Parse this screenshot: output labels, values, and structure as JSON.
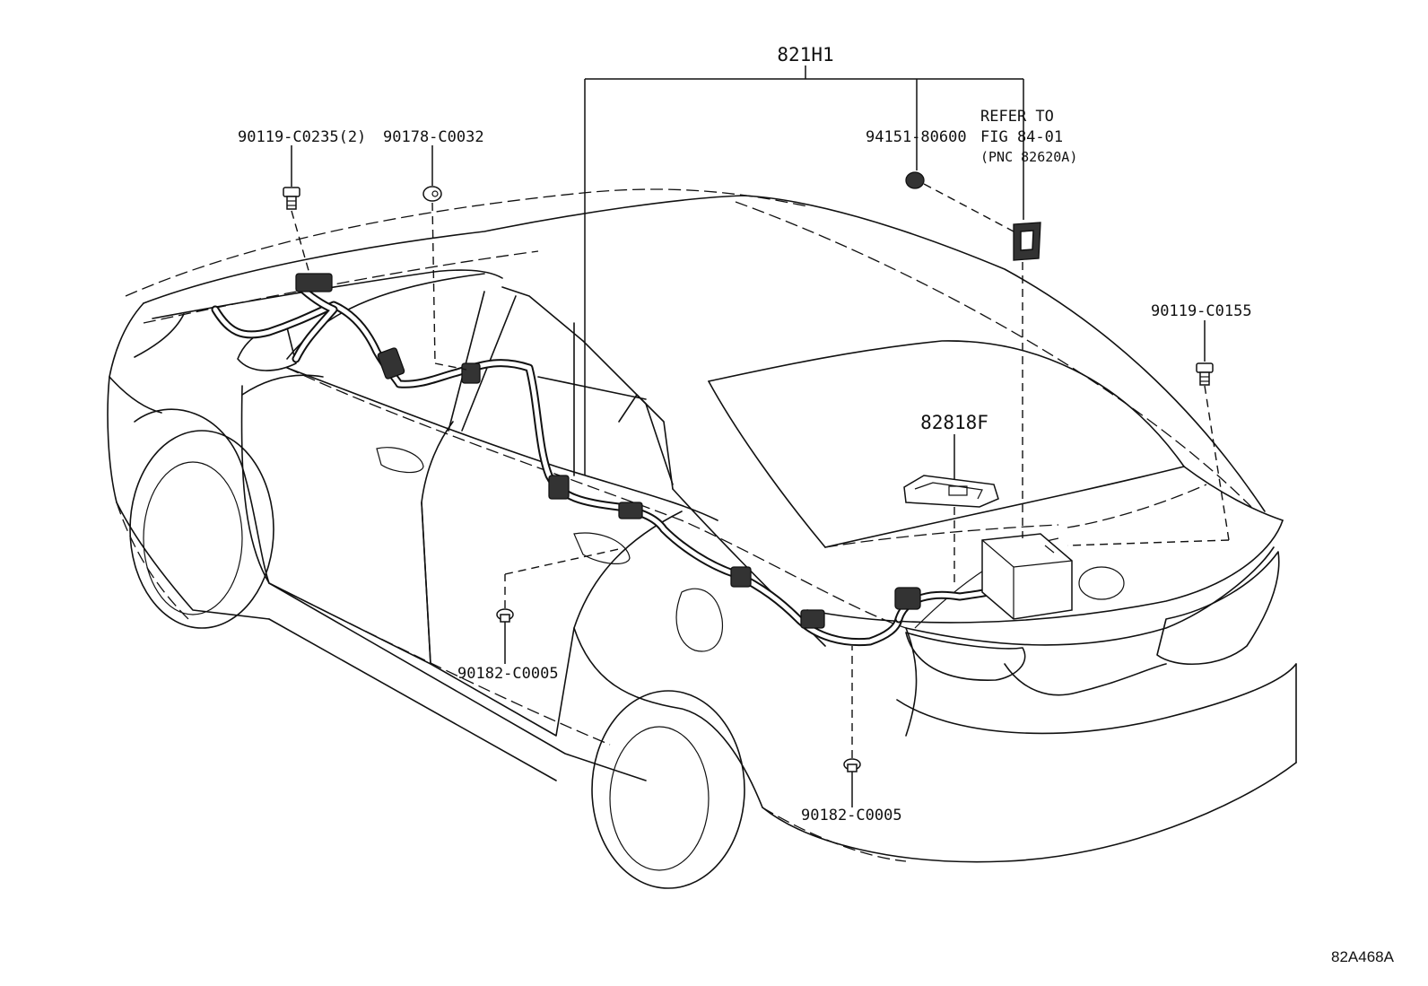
{
  "labels": {
    "harness_main": "821H1",
    "bolt_left": "90119-C0235(2)",
    "clip_front": "90178-C0032",
    "clip_top": "94151-80600",
    "refer_line1": "REFER TO",
    "refer_line2": "FIG 84-01",
    "refer_line3": "(PNC 82620A)",
    "bolt_right": "90119-C0155",
    "bracket": "82818F",
    "nut_door": "90182-C0005",
    "nut_rear": "90182-C0005",
    "figure_code": "82A468A"
  }
}
